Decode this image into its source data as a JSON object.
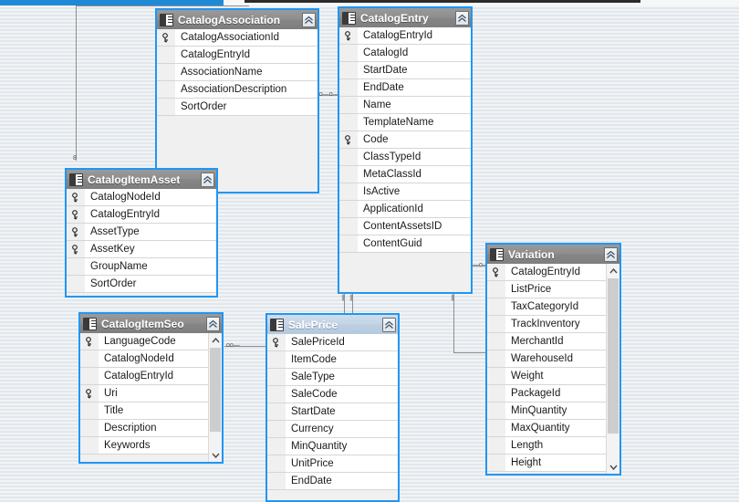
{
  "window": {
    "app": "database-diagram",
    "accent_color": "#2196f3",
    "header_color": "#868686",
    "selected_header_color": "#bccfe2",
    "canvas_color": "#eceff2"
  },
  "icons": {
    "table": "table-icon",
    "collapse": "chevron-up-icon",
    "primary_key": "key-icon",
    "scroll_up": "chevron-up-icon",
    "scroll_down": "chevron-down-icon"
  },
  "tables": [
    {
      "name": "CatalogAssociation",
      "selected": false,
      "scrollbar": false,
      "columns": [
        {
          "name": "CatalogAssociationId",
          "pk": true
        },
        {
          "name": "CatalogEntryId",
          "pk": false
        },
        {
          "name": "AssociationName",
          "pk": false
        },
        {
          "name": "AssociationDescription",
          "pk": false
        },
        {
          "name": "SortOrder",
          "pk": false
        }
      ]
    },
    {
      "name": "CatalogEntry",
      "selected": false,
      "scrollbar": false,
      "columns": [
        {
          "name": "CatalogEntryId",
          "pk": true
        },
        {
          "name": "CatalogId",
          "pk": false
        },
        {
          "name": "StartDate",
          "pk": false
        },
        {
          "name": "EndDate",
          "pk": false
        },
        {
          "name": "Name",
          "pk": false
        },
        {
          "name": "TemplateName",
          "pk": false
        },
        {
          "name": "Code",
          "pk": true
        },
        {
          "name": "ClassTypeId",
          "pk": false
        },
        {
          "name": "MetaClassId",
          "pk": false
        },
        {
          "name": "IsActive",
          "pk": false
        },
        {
          "name": "ApplicationId",
          "pk": false
        },
        {
          "name": "ContentAssetsID",
          "pk": false
        },
        {
          "name": "ContentGuid",
          "pk": false
        }
      ]
    },
    {
      "name": "CatalogItemAsset",
      "selected": false,
      "scrollbar": false,
      "columns": [
        {
          "name": "CatalogNodeId",
          "pk": true
        },
        {
          "name": "CatalogEntryId",
          "pk": true
        },
        {
          "name": "AssetType",
          "pk": true
        },
        {
          "name": "AssetKey",
          "pk": true
        },
        {
          "name": "GroupName",
          "pk": false
        },
        {
          "name": "SortOrder",
          "pk": false
        }
      ]
    },
    {
      "name": "CatalogItemSeo",
      "selected": false,
      "scrollbar": true,
      "columns": [
        {
          "name": "LanguageCode",
          "pk": true
        },
        {
          "name": "CatalogNodeId",
          "pk": false
        },
        {
          "name": "CatalogEntryId",
          "pk": false
        },
        {
          "name": "Uri",
          "pk": true
        },
        {
          "name": "Title",
          "pk": false
        },
        {
          "name": "Description",
          "pk": false
        },
        {
          "name": "Keywords",
          "pk": false
        }
      ]
    },
    {
      "name": "SalePrice",
      "selected": true,
      "scrollbar": false,
      "columns": [
        {
          "name": "SalePriceId",
          "pk": true
        },
        {
          "name": "ItemCode",
          "pk": false
        },
        {
          "name": "SaleType",
          "pk": false
        },
        {
          "name": "SaleCode",
          "pk": false
        },
        {
          "name": "StartDate",
          "pk": false
        },
        {
          "name": "Currency",
          "pk": false
        },
        {
          "name": "MinQuantity",
          "pk": false
        },
        {
          "name": "UnitPrice",
          "pk": false
        },
        {
          "name": "EndDate",
          "pk": false
        }
      ]
    },
    {
      "name": "Variation",
      "selected": false,
      "scrollbar": true,
      "columns": [
        {
          "name": "CatalogEntryId",
          "pk": true
        },
        {
          "name": "ListPrice",
          "pk": false
        },
        {
          "name": "TaxCategoryId",
          "pk": false
        },
        {
          "name": "TrackInventory",
          "pk": false
        },
        {
          "name": "MerchantId",
          "pk": false
        },
        {
          "name": "WarehouseId",
          "pk": false
        },
        {
          "name": "Weight",
          "pk": false
        },
        {
          "name": "PackageId",
          "pk": false
        },
        {
          "name": "MinQuantity",
          "pk": false
        },
        {
          "name": "MaxQuantity",
          "pk": false
        },
        {
          "name": "Length",
          "pk": false
        },
        {
          "name": "Height",
          "pk": false
        }
      ]
    }
  ],
  "relationships": [
    {
      "from": "CatalogEntry",
      "to": "CatalogItemAsset"
    },
    {
      "from": "CatalogEntry",
      "to": "CatalogAssociation"
    },
    {
      "from": "CatalogEntry",
      "to": "SalePrice"
    },
    {
      "from": "CatalogEntry",
      "to": "Variation"
    },
    {
      "from": "CatalogItemSeo",
      "to": "SalePrice"
    }
  ]
}
